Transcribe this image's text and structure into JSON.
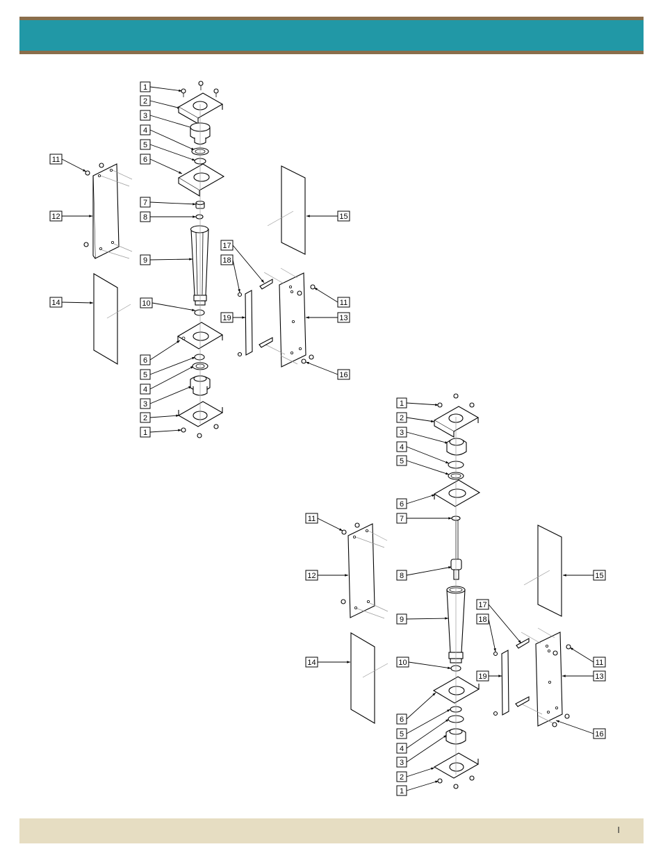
{
  "footer": {
    "page_marker": "I"
  },
  "diagrams": [
    {
      "labels": [
        {
          "id": "d1-1a",
          "text": "1"
        },
        {
          "id": "d1-2a",
          "text": "2"
        },
        {
          "id": "d1-3a",
          "text": "3"
        },
        {
          "id": "d1-4a",
          "text": "4"
        },
        {
          "id": "d1-5a",
          "text": "5"
        },
        {
          "id": "d1-6a",
          "text": "6"
        },
        {
          "id": "d1-7",
          "text": "7"
        },
        {
          "id": "d1-8",
          "text": "8"
        },
        {
          "id": "d1-9",
          "text": "9"
        },
        {
          "id": "d1-10",
          "text": "10"
        },
        {
          "id": "d1-6b",
          "text": "6"
        },
        {
          "id": "d1-5b",
          "text": "5"
        },
        {
          "id": "d1-4b",
          "text": "4"
        },
        {
          "id": "d1-3b",
          "text": "3"
        },
        {
          "id": "d1-2b",
          "text": "2"
        },
        {
          "id": "d1-1b",
          "text": "1"
        },
        {
          "id": "d1-11a",
          "text": "11"
        },
        {
          "id": "d1-12",
          "text": "12"
        },
        {
          "id": "d1-14",
          "text": "14"
        },
        {
          "id": "d1-15",
          "text": "15"
        },
        {
          "id": "d1-17",
          "text": "17"
        },
        {
          "id": "d1-18",
          "text": "18"
        },
        {
          "id": "d1-19",
          "text": "19"
        },
        {
          "id": "d1-11b",
          "text": "11"
        },
        {
          "id": "d1-13",
          "text": "13"
        },
        {
          "id": "d1-16",
          "text": "16"
        }
      ]
    },
    {
      "labels": [
        {
          "id": "d2-1a",
          "text": "1"
        },
        {
          "id": "d2-2a",
          "text": "2"
        },
        {
          "id": "d2-3a",
          "text": "3"
        },
        {
          "id": "d2-4a",
          "text": "4"
        },
        {
          "id": "d2-5a",
          "text": "5"
        },
        {
          "id": "d2-6a",
          "text": "6"
        },
        {
          "id": "d2-7",
          "text": "7"
        },
        {
          "id": "d2-8",
          "text": "8"
        },
        {
          "id": "d2-9",
          "text": "9"
        },
        {
          "id": "d2-10",
          "text": "10"
        },
        {
          "id": "d2-6b",
          "text": "6"
        },
        {
          "id": "d2-5b",
          "text": "5"
        },
        {
          "id": "d2-4b",
          "text": "4"
        },
        {
          "id": "d2-3b",
          "text": "3"
        },
        {
          "id": "d2-2b",
          "text": "2"
        },
        {
          "id": "d2-1b",
          "text": "1"
        },
        {
          "id": "d2-11a",
          "text": "11"
        },
        {
          "id": "d2-12",
          "text": "12"
        },
        {
          "id": "d2-14",
          "text": "14"
        },
        {
          "id": "d2-15",
          "text": "15"
        },
        {
          "id": "d2-17",
          "text": "17"
        },
        {
          "id": "d2-18",
          "text": "18"
        },
        {
          "id": "d2-19",
          "text": "19"
        },
        {
          "id": "d2-11b",
          "text": "11"
        },
        {
          "id": "d2-13",
          "text": "13"
        },
        {
          "id": "d2-16",
          "text": "16"
        }
      ]
    }
  ]
}
